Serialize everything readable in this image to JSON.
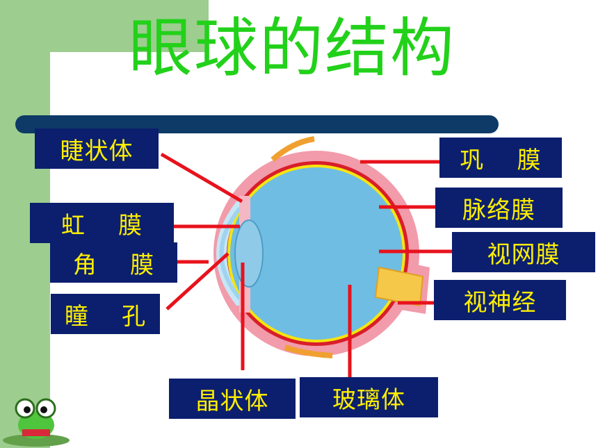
{
  "title": "眼球的结构",
  "labels": {
    "ciliary_body": "睫状体",
    "iris": "虹    膜",
    "cornea": "角    膜",
    "pupil": "瞳    孔",
    "lens": "晶状体",
    "vitreous": "玻璃体",
    "sclera": "巩    膜",
    "choroid": "脉络膜",
    "retina": "视网膜",
    "optic_nerve": "视神经"
  },
  "colors": {
    "title": "#22d11a",
    "label_bg": "#0b1f6e",
    "label_text": "#ffee00",
    "pointer": "#e8121c",
    "side_band": "#9dcd8f",
    "divider_bar": "#0d3a66"
  }
}
